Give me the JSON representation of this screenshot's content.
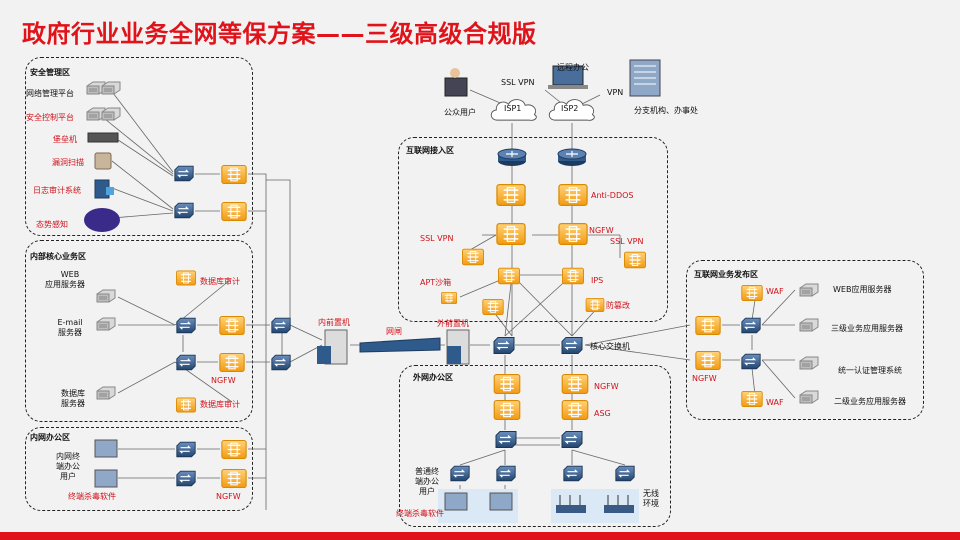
{
  "title": "政府行业业务全网等保方案——三级高级合规版",
  "zones": {
    "security": "安全管理区",
    "core": "内部核心业务区",
    "office": "内网办公区",
    "internet_access": "互联网接入区",
    "ext_office": "外网办公区",
    "publish": "互联网业务发布区"
  },
  "security_items": [
    "网络管理平台",
    "安全控制平台",
    "堡垒机",
    "漏洞扫描",
    "日志审计系统",
    "态势感知"
  ],
  "core_items": {
    "web": [
      "WEB",
      "应用服务器"
    ],
    "email": [
      "E-mail",
      "服务器"
    ],
    "db": [
      "数据库",
      "服务器"
    ],
    "audit1": "数据库审计",
    "audit2": "数据库审计",
    "ngfw": "NGFW"
  },
  "office_items": {
    "user": [
      "内网终",
      "端办公",
      "用户"
    ],
    "antivirus": "终端杀毒软件",
    "ngfw": "NGFW"
  },
  "middle": {
    "inner_gap": "内前置机",
    "gatekeeper": "网闸",
    "outer_gap": "外前置机",
    "core_switch": "核心交换机"
  },
  "internet": {
    "public_user": "公众用户",
    "ssl_vpn_top": "SSL VPN",
    "remote_office": "远程办公",
    "vpn": "VPN",
    "branch": "分支机构、办事处",
    "isp1": "ISP1",
    "isp2": "ISP2",
    "anti_ddos": "Anti-DDOS",
    "ngfw": "NGFW",
    "ssl_vpn_left": "SSL VPN",
    "ssl_vpn_right": "SSL VPN",
    "apt": "APT沙箱",
    "ips": "IPS",
    "tamper": "防篡改"
  },
  "ext_office_items": {
    "ngfw": "NGFW",
    "asg": "ASG",
    "user": [
      "普通终",
      "端办公",
      "用户"
    ],
    "antivirus": "终端杀毒软件",
    "wireless": [
      "无线",
      "环境"
    ]
  },
  "publish_items": {
    "waf1": "WAF",
    "waf2": "WAF",
    "ngfw": "NGFW",
    "web": "WEB应用服务器",
    "biz3": "三级业务应用服务器",
    "auth": "统一认证管理系统",
    "biz2": "二级业务应用服务器"
  },
  "colors": {
    "accent": "#e0131a",
    "firewall": "#f5a623",
    "switch": "#2f5b8c",
    "label_red": "#d0121a"
  }
}
